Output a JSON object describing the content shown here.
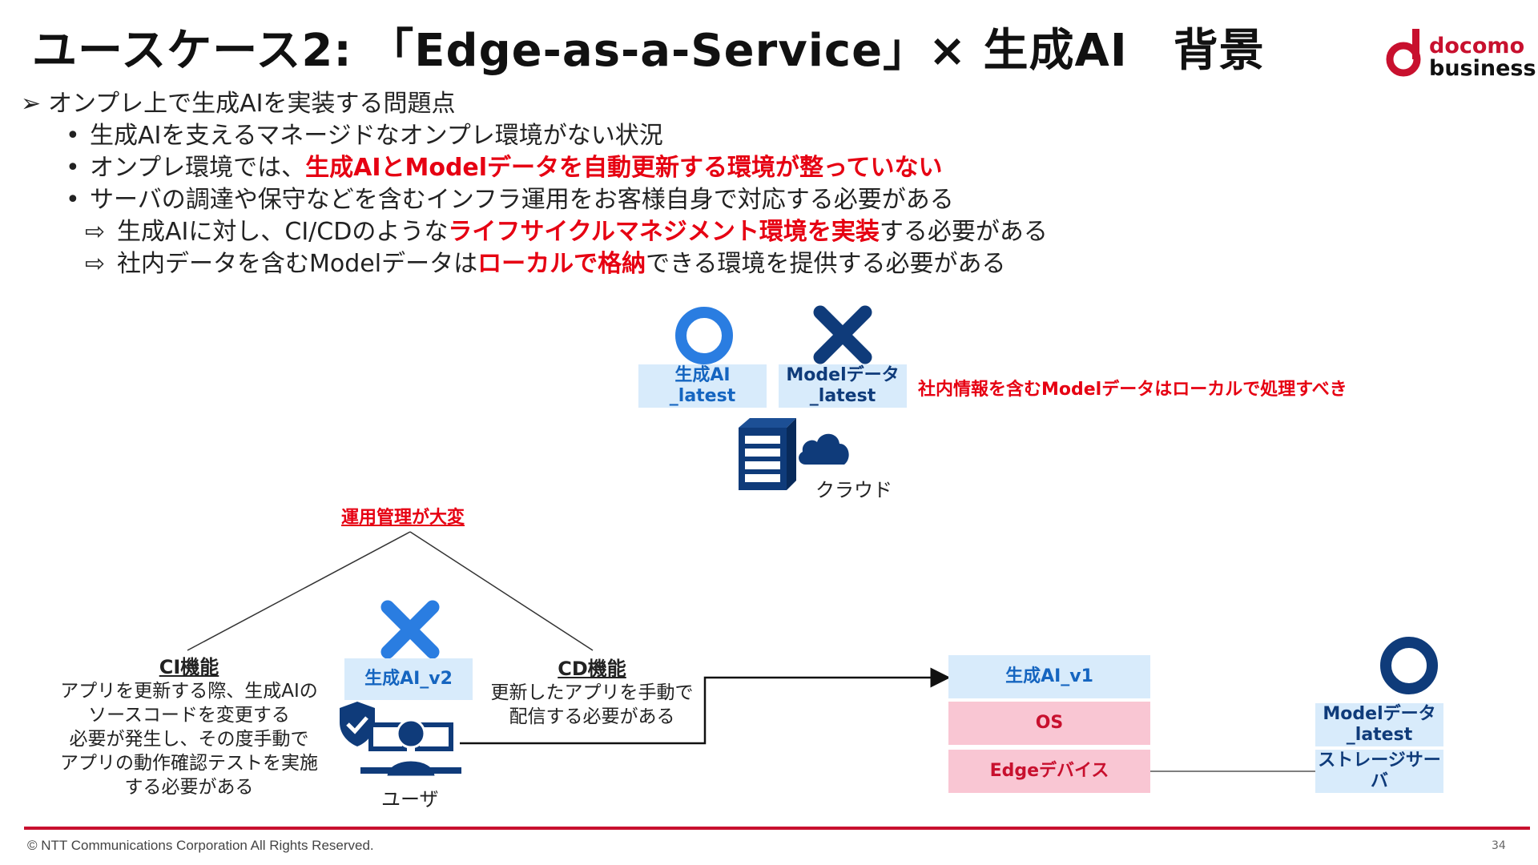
{
  "title": "ユースケース2: 「Edge-as-a-Service」× 生成AI　背景",
  "logo": {
    "line1": "docomo",
    "line2": "business"
  },
  "bullets": {
    "heading": "オンプレ上で生成AIを実装する問題点",
    "item1": "生成AIを支えるマネージドなオンプレ環境がない状況",
    "item2_pre": "オンプレ環境では、",
    "item2_red": "生成AIとModelデータを自動更新する環境が整っていない",
    "item3": "サーバの調達や保守などを含むインフラ運用をお客様自身で対応する必要がある",
    "sub1_pre": "生成AIに対し、CI/CDのような",
    "sub1_red": "ライフサイクルマネジメント環境を実装",
    "sub1_post": "する必要がある",
    "sub2_pre": "社内データを含むModelデータは",
    "sub2_red": "ローカルで格納",
    "sub2_post": "できる環境を提供する必要がある"
  },
  "cloud": {
    "genai_box": "生成AI\n_latest",
    "model_box": "Modelデータ\n_latest",
    "note": "社内情報を含むModelデータはローカルで処理すべき",
    "label": "クラウド"
  },
  "ops": {
    "heading": "運用管理が大変"
  },
  "ci": {
    "title": "CI機能",
    "desc": "アプリを更新する際、生成AIの\nソースコードを変更する\n必要が発生し、その度手動で\nアプリの動作確認テストを実施\nする必要がある"
  },
  "cd": {
    "title": "CD機能",
    "desc": "更新したアプリを手動で\n配信する必要がある"
  },
  "user": {
    "genai_box": "生成AI_v2",
    "label": "ユーザ"
  },
  "edge": {
    "genai": "生成AI_v1",
    "os": "OS",
    "device": "Edgeデバイス"
  },
  "storage": {
    "model_box": "Modelデータ\n_latest",
    "server": "ストレージサーバ"
  },
  "footer": {
    "copyright": "© NTT Communications Corporation All Rights Reserved.",
    "page": "34"
  },
  "colors": {
    "accent_red": "#e60012",
    "brand_red": "#c8102e",
    "navy": "#0f3b7a",
    "blue": "#2a7de1",
    "light_blue": "#d8ebfb",
    "pink": "#f9c6d3"
  },
  "icons": [
    "circle-ok-icon",
    "cross-ng-icon",
    "server-rack-icon",
    "cloud-icon",
    "user-workstation-icon",
    "shield-check-icon"
  ]
}
